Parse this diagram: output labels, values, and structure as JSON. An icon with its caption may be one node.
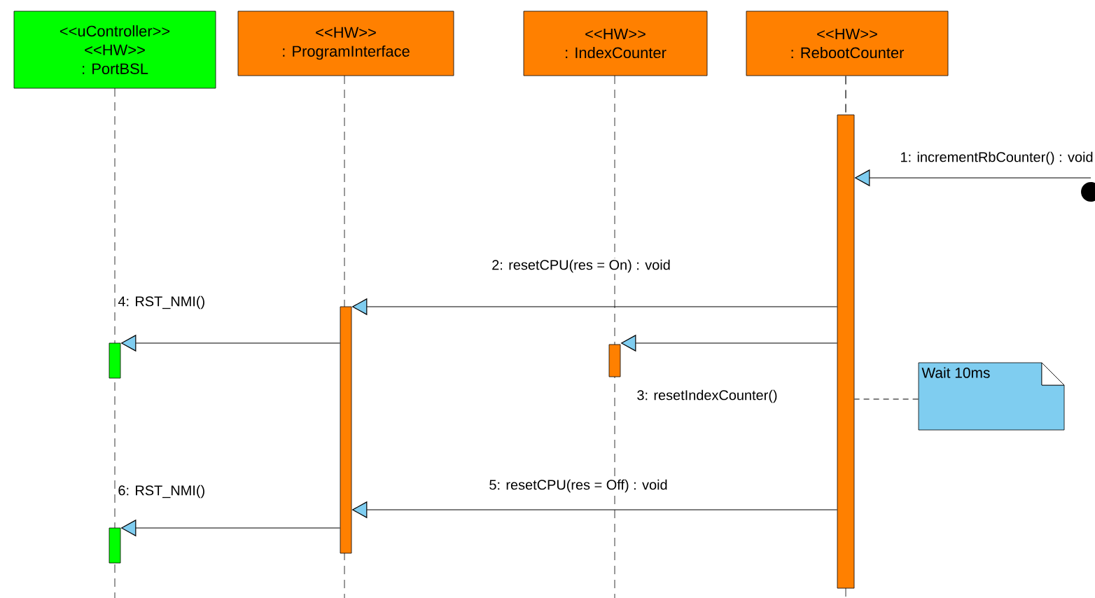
{
  "diagram": {
    "nodes": [
      {
        "text": [
          "<<uController>>",
          "<<HW>>",
          ": PortBSL"
        ]
      },
      {
        "text": [
          "<<HW>>",
          ": ProgramInterface"
        ]
      },
      {
        "text": [
          "<<HW>>",
          ": IndexCounter"
        ]
      },
      {
        "text": [
          "<<HW>>",
          ": RebootCounter"
        ]
      },
      {
        "text": [],
        "shape": "bar"
      },
      {
        "text": [],
        "shape": "bar"
      },
      {
        "text": [],
        "shape": "bar"
      },
      {
        "text": [],
        "shape": "bar"
      },
      {
        "text": [],
        "shape": "bar"
      },
      {
        "text": [],
        "shape": "circle"
      },
      {
        "text": [
          "Wait 10ms"
        ]
      }
    ],
    "edges": [
      {
        "from": 9,
        "to": 4,
        "arrow": "to",
        "label": "1: incrementRbCounter() : void"
      },
      {
        "from": 4,
        "to": 5,
        "arrow": "to",
        "label": "2: resetCPU(res = On) : void"
      },
      {
        "from": 4,
        "to": 6,
        "arrow": "to",
        "label": "3: resetIndexCounter()"
      },
      {
        "from": 5,
        "to": 7,
        "arrow": "to",
        "label": "4: RST_NMI()"
      },
      {
        "from": 4,
        "to": 5,
        "arrow": "to",
        "label": "5: resetCPU(res = Off) : void"
      },
      {
        "from": 5,
        "to": 8,
        "arrow": "to",
        "label": "6: RST_NMI()"
      },
      {
        "from": 10,
        "to": 4,
        "arrow": "none",
        "style": "dashed"
      },
      {
        "from": 3,
        "to": 4,
        "arrow": "none",
        "style": "dashed"
      }
    ]
  }
}
